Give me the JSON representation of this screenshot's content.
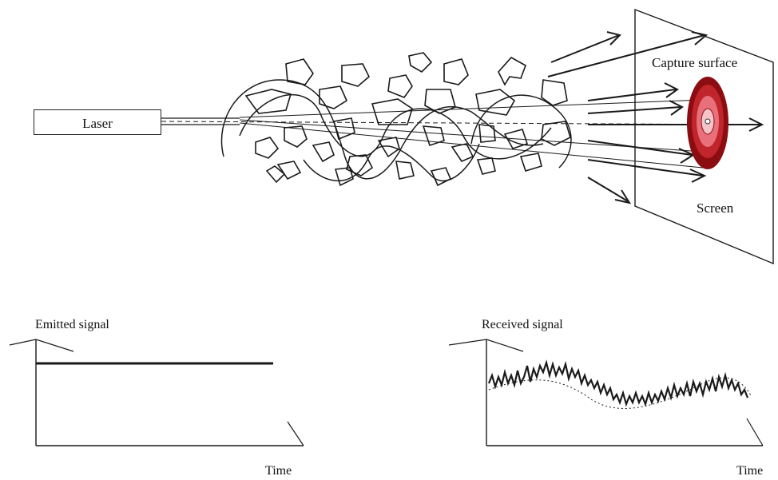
{
  "labels": {
    "laser": "Laser",
    "capture_surface": "Capture surface",
    "screen": "Screen",
    "emitted_signal": "Emitted signal",
    "received_signal": "Received signal",
    "time_left": "Time",
    "time_right": "Time"
  },
  "colors": {
    "line": "#1a1a1a",
    "spot_outer": "#8b0d12",
    "spot_mid": "#c0252c",
    "spot_inner": "#e8707a",
    "spot_core": "#f6c4c8"
  }
}
